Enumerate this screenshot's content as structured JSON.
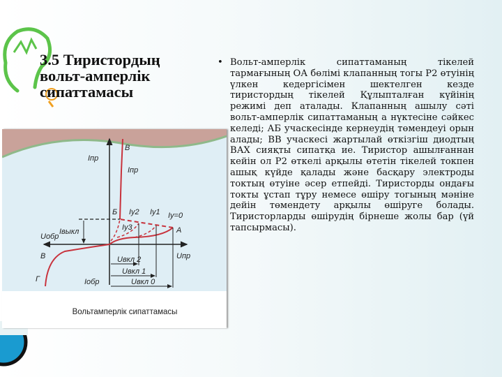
{
  "slide": {
    "title": "3.5 Тиристордың вольт-амперлік сипаттамасы",
    "bullet": "•",
    "body": "Вольт-амперлік сипаттаманың тікелей тармағының ОА бөлімі клапанның тогы Р2 өтуінің үлкен кедергісімен шектелген кезде тиристордың тікелей Құлыпталған күйінің режимі деп аталады. Клапанның ашылу сәті вольт-амперлік сипаттаманың а нүктесіне сәйкес келеді; АБ учаскесінде кернеудің төмендеуі орын алады; ВВ учаскесі жартылай өткізгіш диодтың ВАХ сияқты сипатқа ие. Тиристор ашылғаннан кейін ол Р2 өткелі арқылы өтетін тікелей токпен ашық күйде қалады және басқару электроды токтың өтуіне әсер етпейді. Тиристорды ондағы токты ұстап тұру немесе өшіру тогының мәніне дейін төмендету арқылы өшіруге болады. Тиристорларды өшірудің бірнеше жолы бар (үй тапсырмасы).",
    "figure_caption": "Вольтамперлік сипаттамасы"
  },
  "diagram": {
    "labels": {
      "i_pr": "Iпр",
      "i_pr_curve": "Iпр",
      "i_obr": "Iобр",
      "u_obr": "Uобр",
      "u_pr": "Uпр",
      "i_vykl": "Iвыкл",
      "pt_B_top": "В",
      "pt_B": "Б",
      "pt_A": "A",
      "pt_V": "В",
      "pt_G": "Г",
      "iy2": "Iу2",
      "iy1": "Iу1",
      "iy0": "Iу=0",
      "iy3": "Iу3",
      "u_vkl2": "Uвкл 2",
      "u_vkl1": "Uвкл 1",
      "u_vkl0": "Uвкл 0"
    },
    "colors": {
      "curve": "#c8323c",
      "axis": "#222222",
      "bg": "#dfeef5"
    }
  },
  "decor": {
    "bulb_color": "#5cc44a",
    "small_bulb_color": "#f0a020",
    "bowl_color": "#1a9bd0"
  }
}
